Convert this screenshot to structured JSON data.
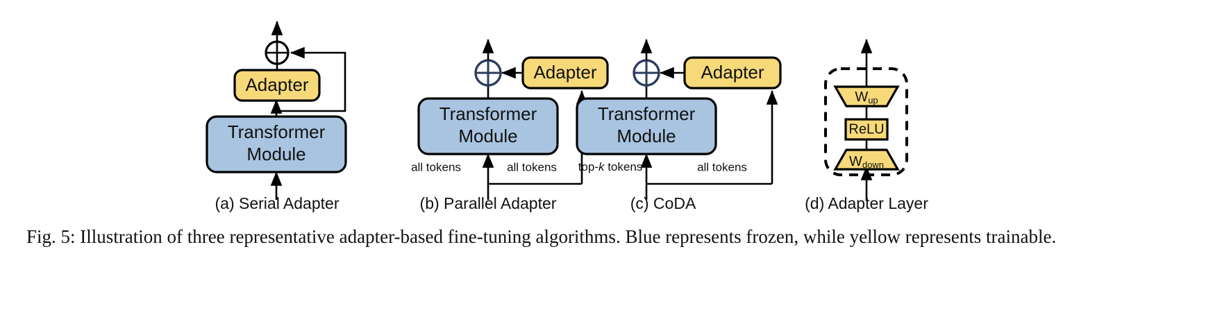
{
  "figure": {
    "id": "fig-5",
    "caption": "Fig. 5: Illustration of three representative adapter-based fine-tuning algorithms. Blue represents frozen, while yellow represents trainable.",
    "colors": {
      "frozen_blue": "#a8c4e0",
      "trainable_yellow": "#f7d97a",
      "outline_black": "#000000",
      "sum_circle_navy": "#2b3c5e",
      "background": "#ffffff"
    }
  },
  "panels": [
    {
      "key": "serial_adapter",
      "caption": "(a) Serial Adapter",
      "blocks": {
        "transformer": "Transformer\nModule",
        "transformer_line1": "Transformer",
        "transformer_line2": "Module",
        "adapter": "Adapter"
      },
      "operators": {
        "sum": "⊕"
      },
      "edge_labels": []
    },
    {
      "key": "parallel_adapter",
      "caption": "(b) Parallel Adapter",
      "blocks": {
        "transformer_line1": "Transformer",
        "transformer_line2": "Module",
        "adapter": "Adapter"
      },
      "operators": {
        "sum": "⊕"
      },
      "edge_labels": [
        {
          "text": "all tokens",
          "target": "transformer-input"
        },
        {
          "text": "all tokens",
          "target": "adapter-input"
        }
      ]
    },
    {
      "key": "coda",
      "caption": "(c) CoDA",
      "blocks": {
        "transformer_line1": "Transformer",
        "transformer_line2": "Module",
        "adapter": "Adapter"
      },
      "operators": {
        "sum": "⊕"
      },
      "edge_labels": [
        {
          "text_prefix": "top-",
          "text_italic": "k",
          "text_suffix": " tokens",
          "text": "top-k tokens",
          "target": "transformer-input"
        },
        {
          "text": "all tokens",
          "target": "adapter-input"
        }
      ]
    },
    {
      "key": "adapter_layer",
      "caption": "(d) Adapter Layer",
      "blocks": {
        "w_up_base": "W",
        "w_up_sub": "up",
        "w_up": "Wup",
        "relu": "ReLU",
        "w_down_base": "W",
        "w_down_sub": "down",
        "w_down": "Wdown"
      },
      "edge_labels": []
    }
  ]
}
